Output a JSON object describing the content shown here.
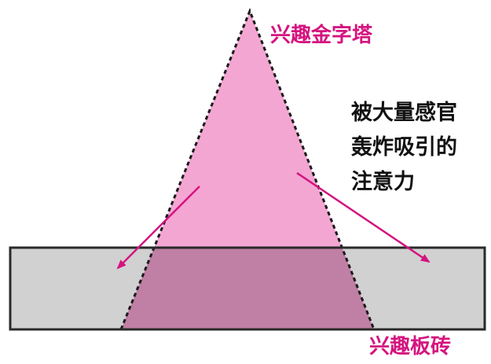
{
  "labels": {
    "pyramid": "兴趣金字塔",
    "brick": "兴趣板砖",
    "note_lines": [
      "被大量感官",
      "轰炸吸引的",
      "注意力"
    ]
  },
  "colors": {
    "pyramid_fill": "#f4a6d2",
    "overlap_fill": "#c07fa4",
    "brick_fill": "#d1d1d1",
    "arrow": "#d4147f",
    "label_accent": "#d4147f"
  }
}
